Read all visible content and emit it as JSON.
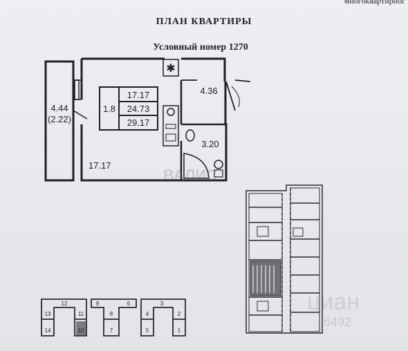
{
  "header": {
    "corner_text": "многоквартирног",
    "title": "ПЛАН КВАРТИРЫ",
    "subtitle": "Условный номер 1270"
  },
  "plan": {
    "balcony_area": "4.44",
    "balcony_area_reduced": "(2.22)",
    "living_area": "17.17",
    "summary_left": "1.8",
    "summary_values": [
      "17.17",
      "24.73",
      "29.17"
    ],
    "hall_area": "4.36",
    "bath_area": "3.20"
  },
  "watermarks": {
    "provider_1": "ВАЛИС",
    "provider_2": "циан",
    "phone_fragment": "6492"
  },
  "section_key": {
    "top_numbers": [
      "12",
      "9",
      "6",
      "3"
    ],
    "left_numbers": [
      "13",
      "14"
    ],
    "unit_pairs": [
      [
        "11",
        "10"
      ],
      [
        "8",
        "7"
      ],
      [
        "4",
        "5"
      ],
      [
        "2",
        "1"
      ]
    ]
  },
  "colors": {
    "ink": "#1f1f22",
    "paper": "#e9eaee",
    "highlight_unit": "#7a7a80"
  }
}
